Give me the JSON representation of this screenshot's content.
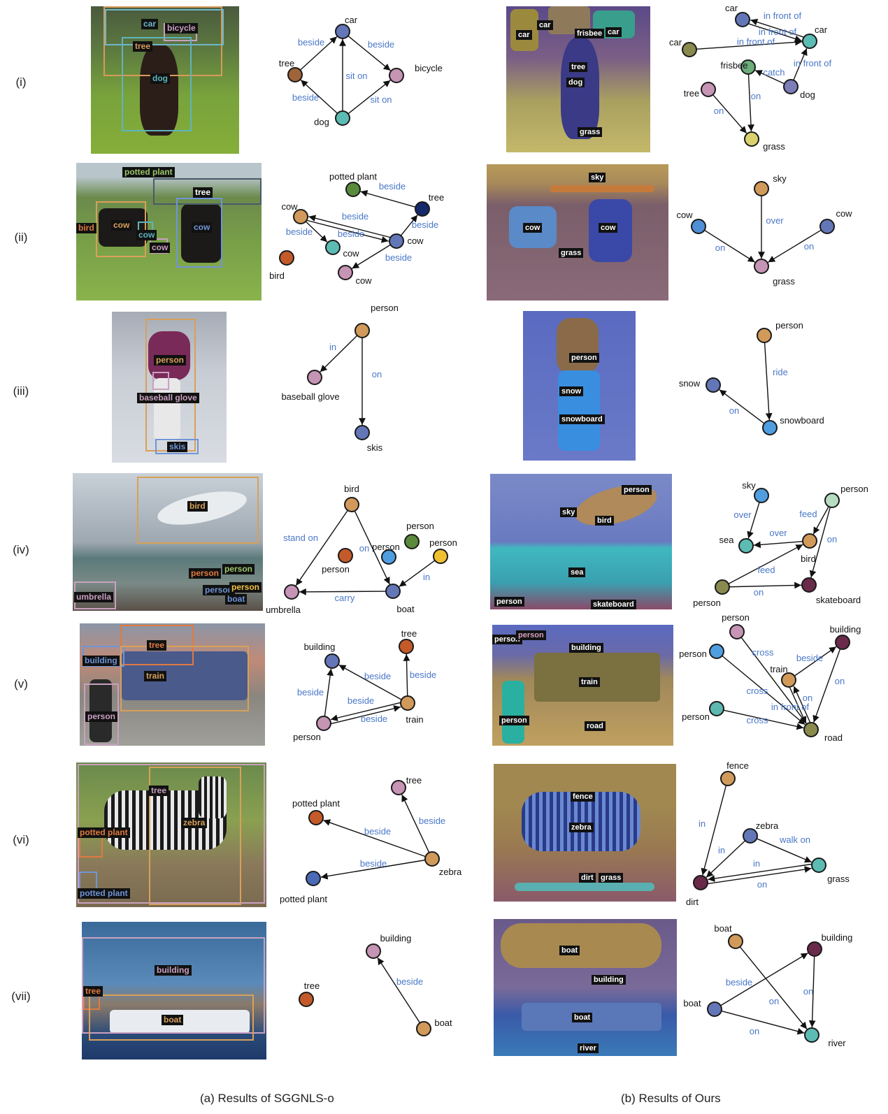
{
  "row_labels": [
    "(i)",
    "(ii)",
    "(iii)",
    "(iv)",
    "(v)",
    "(vi)",
    "(vii)"
  ],
  "captions": {
    "left": "(a) Results of SGGNLS-o",
    "right": "(b) Results of Ours"
  },
  "colors": {
    "node_stroke": "#1a1a1a",
    "edge": "#111111",
    "predicate": "#4a78c8",
    "mask_tag_text": "#ffffff"
  },
  "rows": [
    {
      "left_image": {
        "tags": [
          {
            "text": "car",
            "color": "#6fb8c9"
          },
          {
            "text": "bicycle",
            "color": "#c9a0c0"
          },
          {
            "text": "tree",
            "color": "#d89a5a"
          },
          {
            "text": "dog",
            "color": "#5fb4bd"
          }
        ]
      },
      "left_graph": {
        "nodes": [
          {
            "label": "car",
            "color": "#6377b8"
          },
          {
            "label": "tree",
            "color": "#a0643a"
          },
          {
            "label": "bicycle",
            "color": "#c694b4"
          },
          {
            "label": "dog",
            "color": "#5cbcb4"
          }
        ],
        "edges": [
          {
            "label": "beside"
          },
          {
            "label": "beside"
          },
          {
            "label": "sit on"
          },
          {
            "label": "beside"
          },
          {
            "label": "sit on"
          }
        ]
      },
      "right_image": {
        "tags": [
          {
            "text": "car"
          },
          {
            "text": "car"
          },
          {
            "text": "frisbee"
          },
          {
            "text": "car"
          },
          {
            "text": "tree"
          },
          {
            "text": "dog"
          },
          {
            "text": "grass"
          }
        ]
      },
      "right_graph": {
        "nodes": [
          {
            "label": "car",
            "color": "#6377b8"
          },
          {
            "label": "car",
            "color": "#5cbcb4"
          },
          {
            "label": "car",
            "color": "#8a8a4e"
          },
          {
            "label": "frisbee",
            "color": "#6cad7c"
          },
          {
            "label": "dog",
            "color": "#7d7db8"
          },
          {
            "label": "tree",
            "color": "#c694b4"
          },
          {
            "label": "grass",
            "color": "#d9d26e"
          }
        ],
        "edges": [
          {
            "label": "in front of"
          },
          {
            "label": "in front of"
          },
          {
            "label": "in front of"
          },
          {
            "label": "in front of"
          },
          {
            "label": "catch"
          },
          {
            "label": "on"
          },
          {
            "label": "on"
          }
        ]
      }
    },
    {
      "left_image": {
        "tags": [
          {
            "text": "potted plant",
            "color": "#9bc66a"
          },
          {
            "text": "tree",
            "color": "#ffffff"
          },
          {
            "text": "bird",
            "color": "#e07a40"
          },
          {
            "text": "cow",
            "color": "#d8a05a"
          },
          {
            "text": "cow",
            "color": "#5fb4bd"
          },
          {
            "text": "cow",
            "color": "#c9a0c0"
          },
          {
            "text": "cow",
            "color": "#6f95d8"
          }
        ]
      },
      "left_graph": {
        "nodes": [
          {
            "label": "potted plant",
            "color": "#5a8a3c"
          },
          {
            "label": "tree",
            "color": "#142a6a"
          },
          {
            "label": "cow",
            "color": "#d19a5a"
          },
          {
            "label": "cow",
            "color": "#5cbcb4"
          },
          {
            "label": "cow",
            "color": "#6377b8"
          },
          {
            "label": "cow",
            "color": "#c694b4"
          },
          {
            "label": "bird",
            "color": "#c45a2a"
          }
        ],
        "edges": [
          {
            "label": "beside"
          },
          {
            "label": "beside"
          },
          {
            "label": "beside"
          },
          {
            "label": "beside"
          },
          {
            "label": "beside"
          },
          {
            "label": "beside"
          }
        ]
      },
      "right_image": {
        "tags": [
          {
            "text": "sky"
          },
          {
            "text": "cow"
          },
          {
            "text": "cow"
          },
          {
            "text": "grass"
          }
        ]
      },
      "right_graph": {
        "nodes": [
          {
            "label": "sky",
            "color": "#d19a5a"
          },
          {
            "label": "cow",
            "color": "#4f8fd6"
          },
          {
            "label": "cow",
            "color": "#6377b8"
          },
          {
            "label": "grass",
            "color": "#c694b4"
          }
        ],
        "edges": [
          {
            "label": "over"
          },
          {
            "label": "on"
          },
          {
            "label": "on"
          }
        ]
      }
    },
    {
      "left_image": {
        "tags": [
          {
            "text": "person",
            "color": "#d8a05a"
          },
          {
            "text": "baseball glove",
            "color": "#c9a0c0"
          },
          {
            "text": "skis",
            "color": "#6f95d8"
          }
        ]
      },
      "left_graph": {
        "nodes": [
          {
            "label": "person",
            "color": "#d19a5a"
          },
          {
            "label": "baseball glove",
            "color": "#c694b4"
          },
          {
            "label": "skis",
            "color": "#6377b8"
          }
        ],
        "edges": [
          {
            "label": "in"
          },
          {
            "label": "on"
          }
        ]
      },
      "right_image": {
        "tags": [
          {
            "text": "person"
          },
          {
            "text": "snow"
          },
          {
            "text": "snowboard"
          }
        ]
      },
      "right_graph": {
        "nodes": [
          {
            "label": "person",
            "color": "#d19a5a"
          },
          {
            "label": "snow",
            "color": "#6377b8"
          },
          {
            "label": "snowboard",
            "color": "#4f9ee0"
          }
        ],
        "edges": [
          {
            "label": "ride"
          },
          {
            "label": "on"
          }
        ]
      }
    },
    {
      "left_image": {
        "tags": [
          {
            "text": "bird",
            "color": "#d8a05a"
          },
          {
            "text": "person",
            "color": "#e07a40"
          },
          {
            "text": "person",
            "color": "#9bc66a"
          },
          {
            "text": "person",
            "color": "#6f95d8"
          },
          {
            "text": "person",
            "color": "#f0c040"
          },
          {
            "text": "boat",
            "color": "#6f95d8"
          },
          {
            "text": "umbrella",
            "color": "#c9a0c0"
          }
        ]
      },
      "left_graph": {
        "nodes": [
          {
            "label": "bird",
            "color": "#d19a5a"
          },
          {
            "label": "person",
            "color": "#5a8a3c"
          },
          {
            "label": "person",
            "color": "#c45a2a"
          },
          {
            "label": "person",
            "color": "#4f9ee0"
          },
          {
            "label": "person",
            "color": "#f0c030"
          },
          {
            "label": "umbrella",
            "color": "#c694b4"
          },
          {
            "label": "boat",
            "color": "#6377b8"
          }
        ],
        "edges": [
          {
            "label": "stand on"
          },
          {
            "label": "on"
          },
          {
            "label": "in"
          },
          {
            "label": "carry"
          }
        ]
      },
      "right_image": {
        "tags": [
          {
            "text": "person"
          },
          {
            "text": "sky"
          },
          {
            "text": "bird"
          },
          {
            "text": "sea"
          },
          {
            "text": "person"
          },
          {
            "text": "skateboard"
          }
        ]
      },
      "right_graph": {
        "nodes": [
          {
            "label": "sky",
            "color": "#4f9ee0"
          },
          {
            "label": "person",
            "color": "#b8dcc0"
          },
          {
            "label": "sea",
            "color": "#5cbcb4"
          },
          {
            "label": "bird",
            "color": "#d19a5a"
          },
          {
            "label": "person",
            "color": "#8a8a4e"
          },
          {
            "label": "skateboard",
            "color": "#6a2a4a"
          }
        ],
        "edges": [
          {
            "label": "over"
          },
          {
            "label": "over"
          },
          {
            "label": "feed"
          },
          {
            "label": "on"
          },
          {
            "label": "feed"
          },
          {
            "label": "on"
          }
        ]
      }
    },
    {
      "left_image": {
        "tags": [
          {
            "text": "tree",
            "color": "#e07a40"
          },
          {
            "text": "building",
            "color": "#6f95d8"
          },
          {
            "text": "train",
            "color": "#d8a05a"
          },
          {
            "text": "person",
            "color": "#c9a0c0"
          }
        ]
      },
      "left_graph": {
        "nodes": [
          {
            "label": "building",
            "color": "#6377b8"
          },
          {
            "label": "tree",
            "color": "#c45a2a"
          },
          {
            "label": "train",
            "color": "#d19a5a"
          },
          {
            "label": "person",
            "color": "#c694b4"
          }
        ],
        "edges": [
          {
            "label": "beside"
          },
          {
            "label": "beside"
          },
          {
            "label": "beside"
          },
          {
            "label": "beside"
          },
          {
            "label": "beside"
          }
        ]
      },
      "right_image": {
        "tags": [
          {
            "text": "person"
          },
          {
            "text": "person"
          },
          {
            "text": "building"
          },
          {
            "text": "train"
          },
          {
            "text": "person"
          },
          {
            "text": "road"
          }
        ]
      },
      "right_graph": {
        "nodes": [
          {
            "label": "person",
            "color": "#c694b4"
          },
          {
            "label": "building",
            "color": "#6a2a4a"
          },
          {
            "label": "person",
            "color": "#4f9ee0"
          },
          {
            "label": "train",
            "color": "#d19a5a"
          },
          {
            "label": "person",
            "color": "#5cb8b0"
          },
          {
            "label": "road",
            "color": "#8a8a4e"
          }
        ],
        "edges": [
          {
            "label": "cross"
          },
          {
            "label": "beside"
          },
          {
            "label": "on"
          },
          {
            "label": "cross"
          },
          {
            "label": "on"
          },
          {
            "label": "in front of"
          },
          {
            "label": "cross"
          }
        ]
      }
    },
    {
      "left_image": {
        "tags": [
          {
            "text": "tree",
            "color": "#c9a0c0"
          },
          {
            "text": "zebra",
            "color": "#d8a05a"
          },
          {
            "text": "potted plant",
            "color": "#e07a40"
          },
          {
            "text": "potted plant",
            "color": "#6f95d8"
          }
        ]
      },
      "left_graph": {
        "nodes": [
          {
            "label": "tree",
            "color": "#c694b4"
          },
          {
            "label": "potted plant",
            "color": "#c45a2a"
          },
          {
            "label": "zebra",
            "color": "#d19a5a"
          },
          {
            "label": "potted plant",
            "color": "#4a6ab8"
          }
        ],
        "edges": [
          {
            "label": "beside"
          },
          {
            "label": "beside"
          },
          {
            "label": "beside"
          }
        ]
      },
      "right_image": {
        "tags": [
          {
            "text": "fence"
          },
          {
            "text": "zebra"
          },
          {
            "text": "dirt"
          },
          {
            "text": "grass"
          }
        ]
      },
      "right_graph": {
        "nodes": [
          {
            "label": "fence",
            "color": "#d19a5a"
          },
          {
            "label": "zebra",
            "color": "#6377b8"
          },
          {
            "label": "grass",
            "color": "#5cbcb4"
          },
          {
            "label": "dirt",
            "color": "#6a2a4a"
          }
        ],
        "edges": [
          {
            "label": "in"
          },
          {
            "label": "walk on"
          },
          {
            "label": "in"
          },
          {
            "label": "in"
          },
          {
            "label": "on"
          }
        ]
      }
    },
    {
      "left_image": {
        "tags": [
          {
            "text": "building",
            "color": "#c9a0c0"
          },
          {
            "text": "tree",
            "color": "#e07a40"
          },
          {
            "text": "boat",
            "color": "#d8a05a"
          }
        ]
      },
      "left_graph": {
        "nodes": [
          {
            "label": "building",
            "color": "#c694b4"
          },
          {
            "label": "tree",
            "color": "#c45a2a"
          },
          {
            "label": "boat",
            "color": "#d19a5a"
          }
        ],
        "edges": [
          {
            "label": "beside"
          }
        ]
      },
      "right_image": {
        "tags": [
          {
            "text": "boat"
          },
          {
            "text": "building"
          },
          {
            "text": "boat"
          },
          {
            "text": "river"
          }
        ]
      },
      "right_graph": {
        "nodes": [
          {
            "label": "boat",
            "color": "#d19a5a"
          },
          {
            "label": "building",
            "color": "#6a2a4a"
          },
          {
            "label": "boat",
            "color": "#6377b8"
          },
          {
            "label": "river",
            "color": "#5cbcb4"
          }
        ],
        "edges": [
          {
            "label": "beside"
          },
          {
            "label": "on"
          },
          {
            "label": "on"
          },
          {
            "label": "on"
          }
        ]
      }
    }
  ]
}
